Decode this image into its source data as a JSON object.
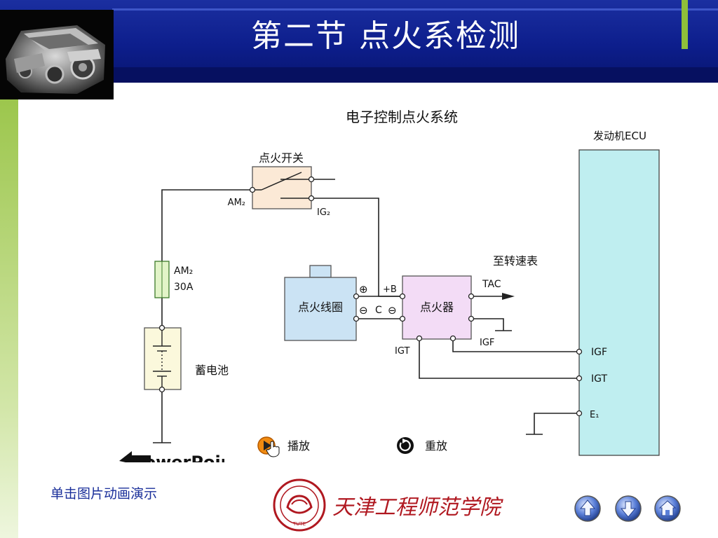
{
  "slide": {
    "title": "第二节 点火系检测",
    "hint": "单击图片动画演示"
  },
  "diagram": {
    "title": "电子控制点火系统",
    "ignition_switch": {
      "label": "点火开关",
      "am2_terminal": "AM₂",
      "ig2_terminal": "IG₂"
    },
    "fuse": {
      "label_line1": "AM₂",
      "label_line2": "30A"
    },
    "battery": {
      "label": "蓄电池"
    },
    "coil": {
      "label": "点火线圈",
      "terminal_plus": "⊕",
      "terminal_minus": "⊖",
      "terminal_c": "C"
    },
    "igniter": {
      "label": "点火器",
      "terminal_plus": "+B",
      "terminal_minus": "⊖",
      "igt_label": "IGT",
      "igf_label": "IGF"
    },
    "tach": {
      "label": "至转速表",
      "tac_label": "TAC"
    },
    "ecu": {
      "label": "发动机ECU",
      "igf": "IGF",
      "igt": "IGT",
      "e1": "E₁"
    },
    "controls": {
      "play": "播放",
      "replay": "重放"
    },
    "watermark": "PowerPoint"
  },
  "logo": {
    "name": "天津工程师范学院",
    "seal_text": "TUTE"
  },
  "nav": {
    "up_icon": "arrow-up-icon",
    "down_icon": "arrow-down-icon",
    "home_icon": "home-icon"
  },
  "colors": {
    "title_bar": "#0d1e8c",
    "accent": "#8fbf3a",
    "ecu_fill": "#bfeef0",
    "igniter_fill": "#f3dcf6",
    "coil_fill": "#cbe3f4",
    "fuse_fill": "#e2f4c8",
    "battery_fill": "#fbf8dc",
    "switch_fill": "#fbe9d6",
    "logo_red": "#b01820"
  }
}
